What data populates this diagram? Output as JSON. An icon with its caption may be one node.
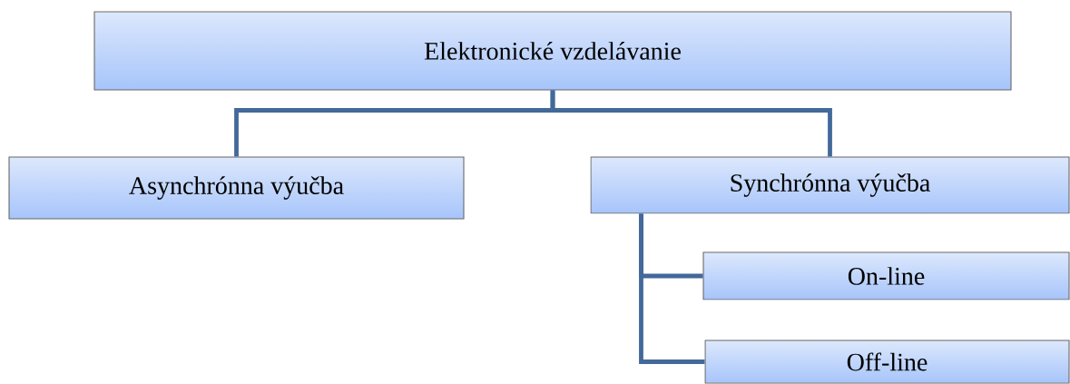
{
  "diagram": {
    "nodes": [
      {
        "text": [
          "Elektronické vzdelávanie"
        ]
      },
      {
        "text": [
          "Asynchrónna výučba"
        ]
      },
      {
        "text": [
          "Synchrónna výučba"
        ]
      },
      {
        "text": [
          "On-line"
        ]
      },
      {
        "text": [
          "Off-line"
        ]
      }
    ],
    "edges": [
      {
        "from": 0,
        "to": 1,
        "arrow": "none"
      },
      {
        "from": 0,
        "to": 2,
        "arrow": "none"
      },
      {
        "from": 2,
        "to": 3,
        "arrow": "none"
      },
      {
        "from": 2,
        "to": 4,
        "arrow": "none"
      }
    ]
  }
}
